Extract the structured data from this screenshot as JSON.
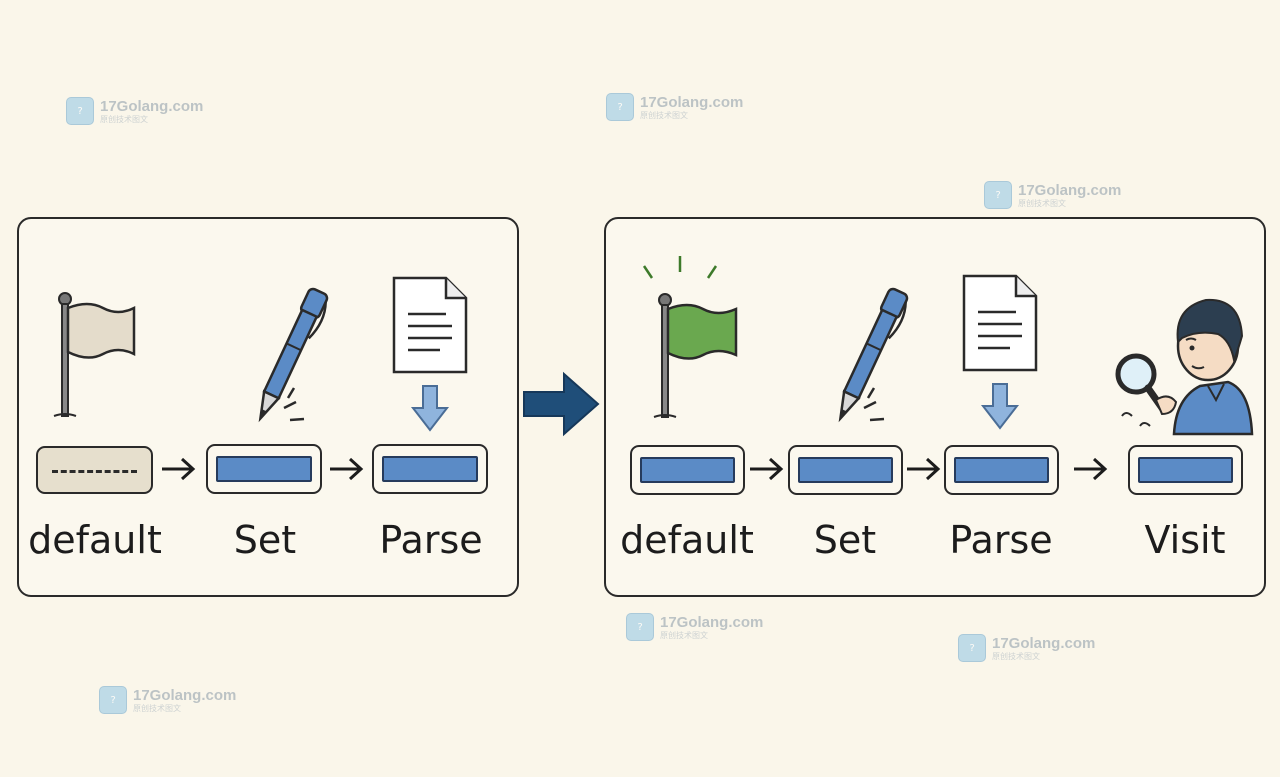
{
  "left_panel": {
    "labels": {
      "default": "default",
      "set": "Set",
      "parse": "Parse"
    }
  },
  "right_panel": {
    "labels": {
      "default": "default",
      "set": "Set",
      "parse": "Parse",
      "visit": "Visit"
    }
  },
  "watermark": {
    "name": "17Golang.com",
    "sub": "原创技术图文",
    "logo_text": "?"
  },
  "colors": {
    "background": "#faf6ea",
    "slot_fill": "#5b8bc6",
    "flag_default": "#e4dccb",
    "flag_active": "#6aa84f",
    "big_arrow": "#1f4e79",
    "stroke": "#2a2a2a"
  },
  "icons": [
    "flag-icon",
    "pen-icon",
    "document-icon",
    "down-arrow-icon",
    "person-magnifier-icon",
    "arrow-right-icon"
  ]
}
